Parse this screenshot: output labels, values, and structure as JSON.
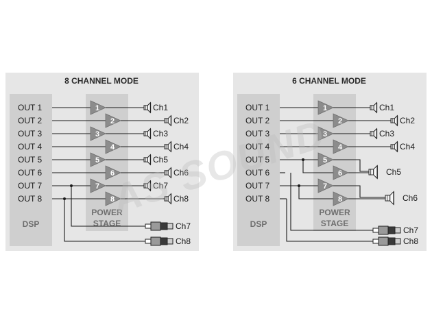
{
  "panels": [
    {
      "title": "8 CHANNEL MODE",
      "dsp_label": "DSP",
      "power_label_1": "POWER",
      "power_label_2": "STAGE",
      "outputs": [
        "OUT 1",
        "OUT 2",
        "OUT 3",
        "OUT 4",
        "OUT 5",
        "OUT 6",
        "OUT 7",
        "OUT 8"
      ],
      "amps": [
        "1",
        "2",
        "3",
        "4",
        "5",
        "6",
        "7",
        "8"
      ],
      "speakers": [
        "Ch1",
        "Ch2",
        "Ch3",
        "Ch4",
        "Ch5",
        "Ch6",
        "Ch7",
        "Ch8"
      ],
      "rca": [
        "Ch7",
        "Ch8"
      ]
    },
    {
      "title": "6 CHANNEL MODE",
      "dsp_label": "DSP",
      "power_label_1": "POWER",
      "power_label_2": "STAGE",
      "outputs": [
        "OUT 1",
        "OUT 2",
        "OUT 3",
        "OUT 4",
        "OUT 5",
        "OUT 6",
        "OUT 7",
        "OUT 8"
      ],
      "amps": [
        "1",
        "2",
        "3",
        "4",
        "5",
        "6",
        "7",
        "8"
      ],
      "speakers": [
        "Ch1",
        "Ch2",
        "Ch3",
        "Ch4",
        "Ch5",
        "Ch6"
      ],
      "rca": [
        "Ch7",
        "Ch8"
      ]
    }
  ],
  "watermark": "AS SOUND",
  "colors": {
    "panel_bg": "#e6e6e6",
    "block_bg": "#cfcfcf",
    "amp_fill": "#8c8c8c",
    "wire": "#1a1a1a"
  }
}
